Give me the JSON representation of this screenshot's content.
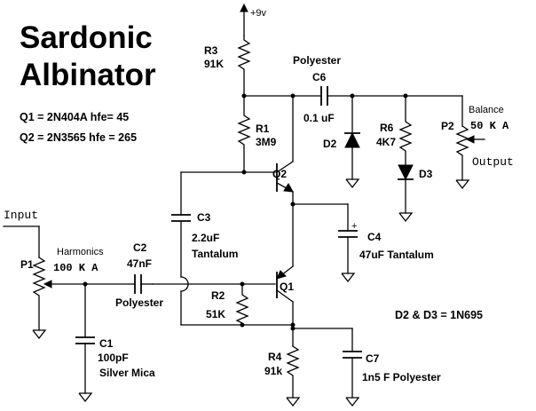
{
  "title": {
    "line1": "Sardonic",
    "line2": "Albinator"
  },
  "specs": {
    "q1": "Q1 = 2N404A  hfe= 45",
    "q2": "Q2 = 2N3565  hfe = 265",
    "diodes": "D2 & D3 = 1N695"
  },
  "supply": "+9v",
  "io": {
    "input": "Input",
    "output": "Output"
  },
  "components": {
    "r3": {
      "ref": "R3",
      "value": "91K"
    },
    "r1": {
      "ref": "R1",
      "value": "3M9"
    },
    "r2": {
      "ref": "R2",
      "value": "51K"
    },
    "r4": {
      "ref": "R4",
      "value": "91k"
    },
    "r6": {
      "ref": "R6",
      "value": "4K7"
    },
    "c1": {
      "ref": "C1",
      "value": "100pF",
      "type": "Silver Mica"
    },
    "c2": {
      "ref": "C2",
      "value": "47nF",
      "type": "Polyester"
    },
    "c3": {
      "ref": "C3",
      "value": "2.2uF",
      "type": "Tantalum"
    },
    "c4": {
      "ref": "C4",
      "value": "47uF Tantalum"
    },
    "c6": {
      "ref": "C6",
      "value": "0.1 uF",
      "type": "Polyester"
    },
    "c7": {
      "ref": "C7",
      "value": "1n5 F  Polyester"
    },
    "p1": {
      "ref": "P1",
      "name": "Harmonics",
      "value": "100 K A"
    },
    "p2": {
      "ref": "P2",
      "name": "Balance",
      "value": "50 K A"
    },
    "q1": {
      "ref": "Q1"
    },
    "q2": {
      "ref": "Q2"
    },
    "d2": {
      "ref": "D2"
    },
    "d3": {
      "ref": "D3"
    }
  },
  "polarity_mark": "+"
}
